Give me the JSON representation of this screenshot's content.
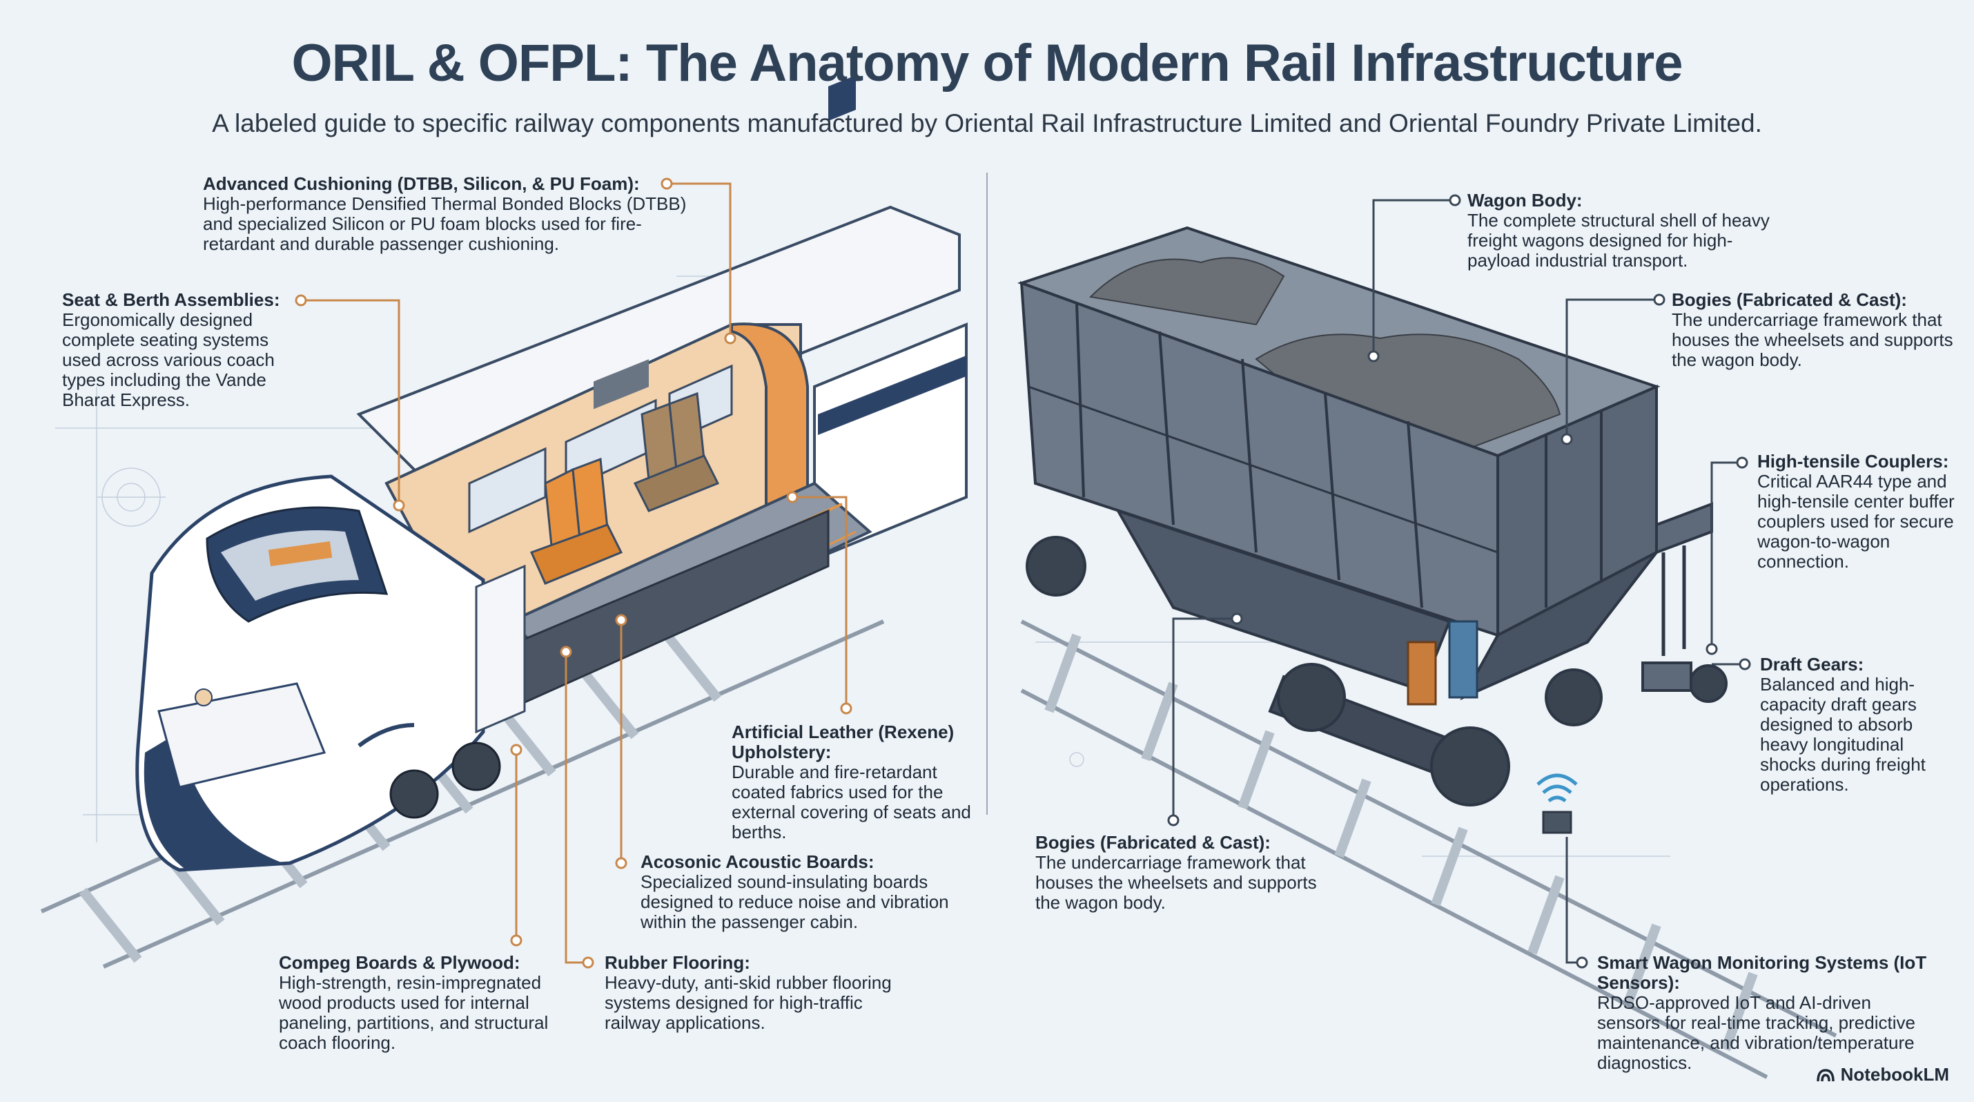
{
  "title": "ORIL & OFPL: The Anatomy of Modern Rail Infrastructure",
  "subtitle": "A labeled guide to specific railway components manufactured by Oriental Rail Infrastructure Limited and Oriental Foundry Private Limited.",
  "colors": {
    "accent_orange": "#e0954a",
    "title_slate": "#2e4156",
    "train_navy": "#2c4368",
    "wagon_grey": "#5e6a7a"
  },
  "left_labels": {
    "cushioning": {
      "heading": "Advanced Cushioning (DTBB, Silicon, & PU Foam):",
      "body": "High-performance Densified Thermal Bonded Blocks (DTBB) and specialized Silicon or PU foam blocks used for fire-retardant and durable passenger cushioning."
    },
    "seat_berth": {
      "heading": "Seat & Berth Assemblies:",
      "body": "Ergonomically designed complete seating systems used across various coach types including the Vande Bharat Express."
    },
    "leather": {
      "heading": "Artificial Leather (Rexene) Upholstery:",
      "body": "Durable and fire-retardant coated fabrics used for the external covering of seats and berths."
    },
    "acosonic": {
      "heading": "Acosonic Acoustic Boards:",
      "body": "Specialized sound-insulating boards designed to reduce noise and vibration within the passenger cabin."
    },
    "compeg": {
      "heading": "Compeg Boards & Plywood:",
      "body": "High-strength, resin-impregnated wood products used for internal paneling, partitions, and structural coach flooring."
    },
    "rubber": {
      "heading": "Rubber Flooring:",
      "body": "Heavy-duty, anti-skid rubber flooring systems designed for high-traffic railway applications."
    }
  },
  "right_labels": {
    "wagon_body": {
      "heading": "Wagon Body:",
      "body": "The complete structural shell of heavy freight wagons designed for high-payload industrial transport."
    },
    "bogies_top": {
      "heading": "Bogies (Fabricated & Cast):",
      "body": "The undercarriage framework that houses the wheelsets and supports the wagon body."
    },
    "couplers": {
      "heading": "High-tensile Couplers:",
      "body": "Critical AAR44 type and high-tensile center buffer couplers used for secure wagon-to-wagon connection."
    },
    "draft_gears": {
      "heading": "Draft Gears:",
      "body": "Balanced and high-capacity draft gears designed to absorb heavy longitudinal shocks during freight operations."
    },
    "bogies_bottom": {
      "heading": "Bogies (Fabricated & Cast):",
      "body": "The undercarriage framework that houses the wheelsets and supports the wagon body."
    },
    "iot": {
      "heading": "Smart Wagon Monitoring Systems (IoT Sensors):",
      "body": "RDSO-approved IoT and AI-driven sensors for real-time tracking, predictive maintenance, and vibration/temperature diagnostics."
    }
  },
  "brand": {
    "name": "NotebookLM",
    "icon": "notebooklm-logo-icon"
  }
}
